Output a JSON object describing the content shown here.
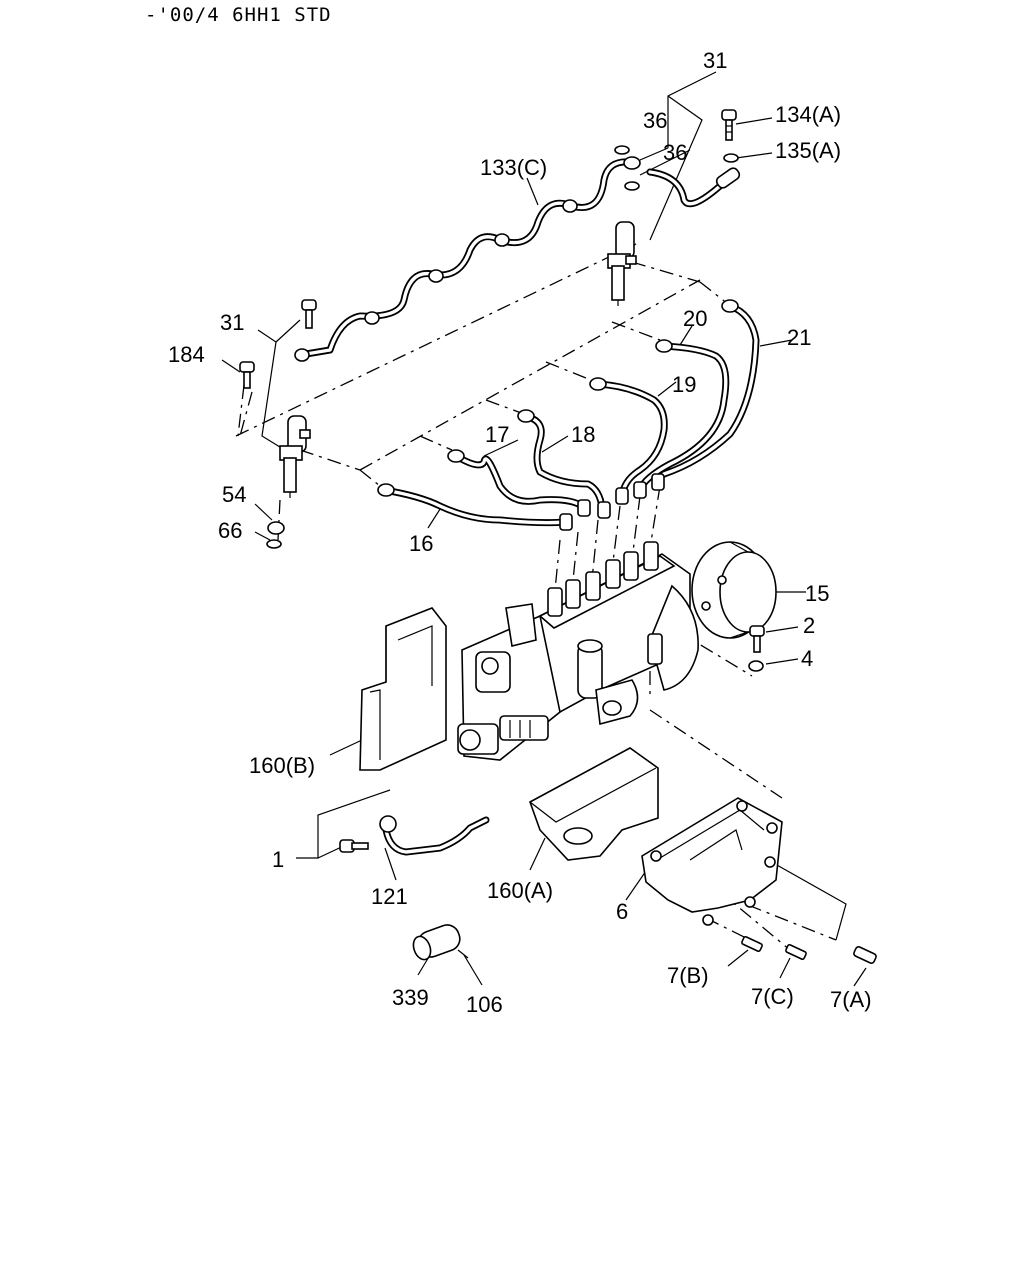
{
  "header": {
    "text": "-'00/4 6HH1 STD"
  },
  "callouts": [
    {
      "id": "c31a",
      "text": "31"
    },
    {
      "id": "c36a",
      "text": "36"
    },
    {
      "id": "c36b",
      "text": "36"
    },
    {
      "id": "c134",
      "text": "134(A)"
    },
    {
      "id": "c135",
      "text": "135(A)"
    },
    {
      "id": "c133",
      "text": "133(C)"
    },
    {
      "id": "c31b",
      "text": "31"
    },
    {
      "id": "c184",
      "text": "184"
    },
    {
      "id": "c20",
      "text": "20"
    },
    {
      "id": "c21",
      "text": "21"
    },
    {
      "id": "c19",
      "text": "19"
    },
    {
      "id": "c17",
      "text": "17"
    },
    {
      "id": "c18",
      "text": "18"
    },
    {
      "id": "c54",
      "text": "54"
    },
    {
      "id": "c66",
      "text": "66"
    },
    {
      "id": "c16",
      "text": "16"
    },
    {
      "id": "c15",
      "text": "15"
    },
    {
      "id": "c2",
      "text": "2"
    },
    {
      "id": "c4",
      "text": "4"
    },
    {
      "id": "c160b",
      "text": "160(B)"
    },
    {
      "id": "c1",
      "text": "1"
    },
    {
      "id": "c121",
      "text": "121"
    },
    {
      "id": "c160a",
      "text": "160(A)"
    },
    {
      "id": "c6",
      "text": "6"
    },
    {
      "id": "c7b",
      "text": "7(B)"
    },
    {
      "id": "c7c",
      "text": "7(C)"
    },
    {
      "id": "c7a",
      "text": "7(A)"
    },
    {
      "id": "c339",
      "text": "339"
    },
    {
      "id": "c106",
      "text": "106"
    }
  ]
}
